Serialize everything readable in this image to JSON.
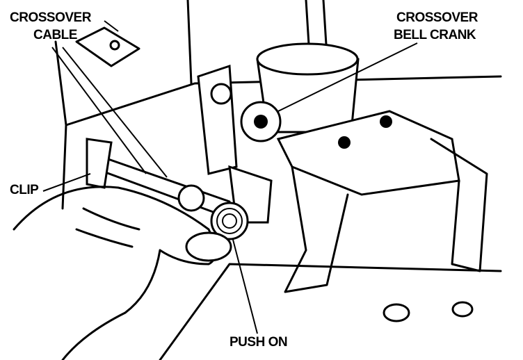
{
  "labels": {
    "crossover_cable_line1": "CROSSOVER",
    "crossover_cable_line2": "CABLE",
    "bell_crank_line1": "CROSSOVER",
    "bell_crank_line2": "BELL CRANK",
    "clip": "CLIP",
    "push_on": "PUSH ON"
  }
}
